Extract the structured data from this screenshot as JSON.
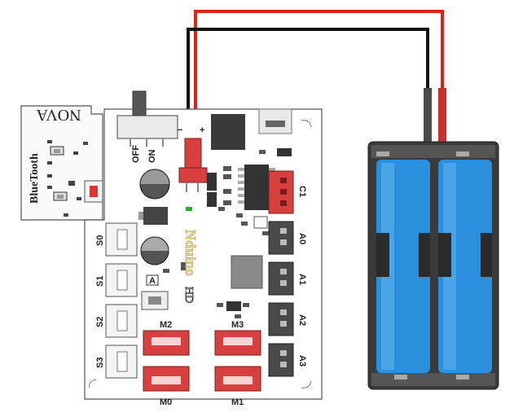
{
  "bluetooth_module": {
    "brand": "NOVA",
    "label": "BlueTooth"
  },
  "switch": {
    "off_label": "OFF",
    "on_label": "ON"
  },
  "power_connector": {
    "minus": "−",
    "plus": "+"
  },
  "board": {
    "logo": "Nduino",
    "hd": "HD"
  },
  "ports": {
    "c1": "C1",
    "a0": "A0",
    "a1": "A1",
    "a2": "A2",
    "a3": "A3",
    "s0": "S0",
    "s1": "S1",
    "s2": "S2",
    "s3": "S3",
    "m0": "M0",
    "m1": "M1",
    "m2": "M2",
    "m3": "M3"
  },
  "small_marks": {
    "led_marker": "A"
  },
  "colors": {
    "red_wire": "#e0201e",
    "black_wire": "#111111",
    "battery_cell": "#2a8fdc",
    "battery_holder": "#3a3a3a",
    "header_red": "#d8403f",
    "header_gray": "#4a4a4a"
  }
}
